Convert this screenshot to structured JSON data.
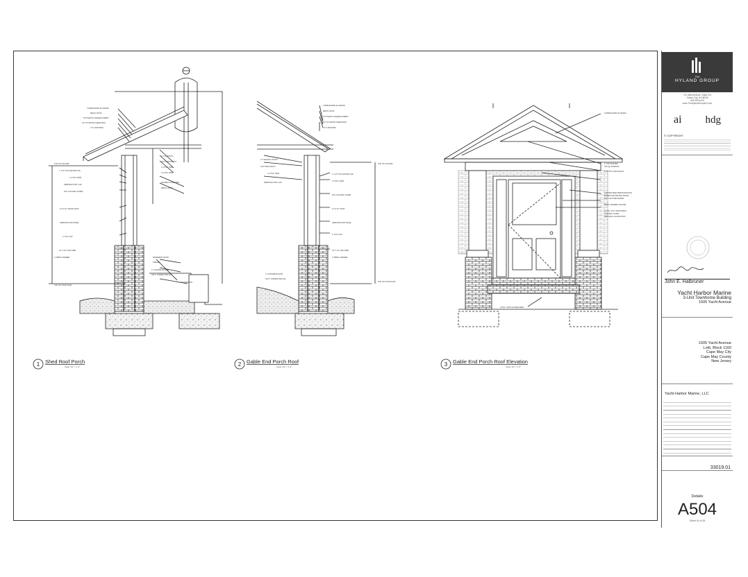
{
  "views": [
    {
      "num": "1",
      "title": "Shed Roof Porch",
      "scale": "Scale: 3/4\" = 1'-0\""
    },
    {
      "num": "2",
      "title": "Gable End Porch Roof",
      "scale": "Scale: 3/4\" = 1'-0\""
    },
    {
      "num": "3",
      "title": "Gable End Porch Roof Elevation",
      "scale": "Scale: 3/4\" = 1'-0\""
    }
  ],
  "title_block": {
    "firm": "HYLAND GROUP",
    "firm_mark": "The",
    "address": [
      "701 Ward Avenue, Suite 201",
      "Ocean City, NJ 08226",
      "609.399.4410",
      "www.TheHylandGroupNJ.com"
    ],
    "logo_ai": "ai",
    "logo_hdg": "hdg",
    "copyright": "© COPYRIGHT",
    "signature_name": "John E. Halbruner",
    "project_name": "Yacht Harbor Marine",
    "project_sub": "3-Unit Townhome Building",
    "project_addr": "1505 Yacht Avenue",
    "site_lines": [
      "1505 Yacht Avenue",
      "Lot6, Block 1160",
      "Cape May City",
      "Cape May County",
      "New Jersey"
    ],
    "client": "Yacht Harbor Marine, LLC",
    "job_number": "33019.01",
    "sheet_title": "Details",
    "sheet_number": "A504",
    "sheet_count": "Sheet 24 of 25"
  },
  "colors": {
    "ink": "#222222",
    "brick": "#444444",
    "title_bg": "#3a3a3a"
  }
}
